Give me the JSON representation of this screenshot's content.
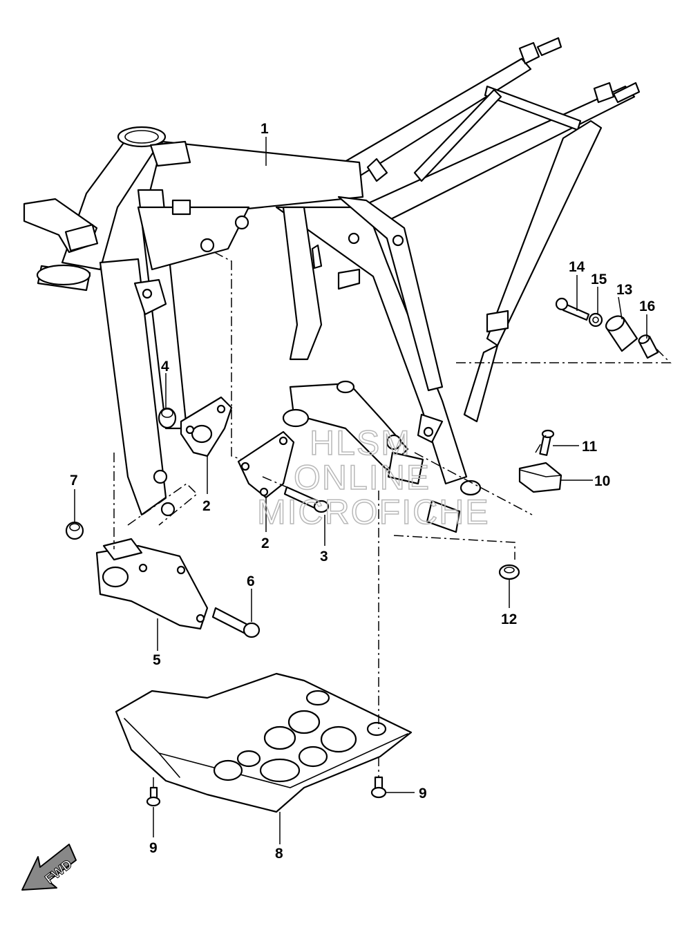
{
  "callouts": {
    "c1": "1",
    "c2a": "2",
    "c2b": "2",
    "c3": "3",
    "c4": "4",
    "c5": "5",
    "c6": "6",
    "c7": "7",
    "c8": "8",
    "c9a": "9",
    "c9b": "9",
    "c10": "10",
    "c11": "11",
    "c12": "12",
    "c13": "13",
    "c14": "14",
    "c15": "15",
    "c16": "16"
  },
  "watermark": {
    "line1": "HLSM",
    "line2": "ONLINE",
    "line3": "MICROFICHE"
  },
  "fwd_label": "FWD"
}
